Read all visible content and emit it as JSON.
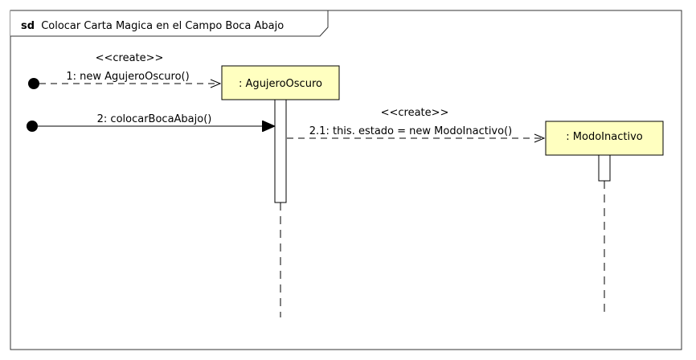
{
  "frame": {
    "keyword": "sd",
    "title": "Colocar Carta Magica en el Campo Boca Abajo"
  },
  "lifelines": {
    "agujero": {
      "label": ": AgujeroOscuro"
    },
    "modo": {
      "label": ": ModoInactivo"
    }
  },
  "messages": {
    "m1": {
      "stereotype": "<<create>>",
      "label": "1: new AgujeroOscuro()"
    },
    "m2": {
      "label": "2: colocarBocaAbajo()"
    },
    "m21": {
      "stereotype": "<<create>>",
      "label": "2.1: this. estado = new ModoInactivo()"
    }
  },
  "colors": {
    "lifeline_fill": "#ffffc0",
    "stroke": "#000000",
    "frame_stroke": "#333333"
  }
}
